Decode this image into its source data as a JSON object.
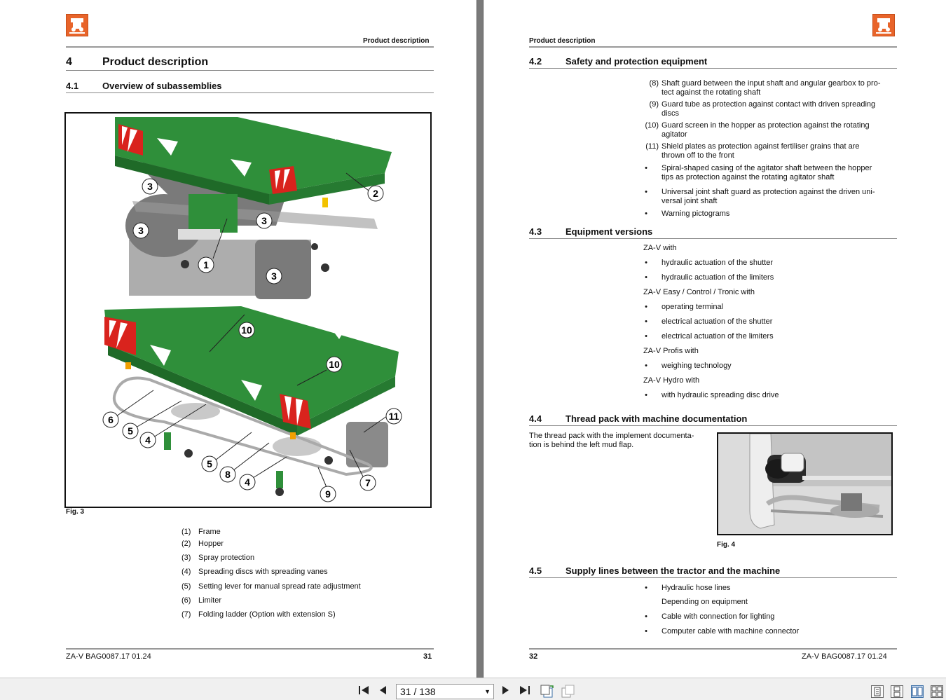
{
  "left_page": {
    "running_head": "Product description",
    "chapter": {
      "number": "4",
      "title": "Product description"
    },
    "section": {
      "number": "4.1",
      "title": "Overview of subassemblies"
    },
    "figure_caption": "Fig. 3",
    "callouts": [
      "3",
      "2",
      "3",
      "3",
      "1",
      "3",
      "10",
      "10",
      "11",
      "6",
      "5",
      "4",
      "5",
      "8",
      "4",
      "9",
      "7"
    ],
    "legend": [
      {
        "num": "(1)",
        "text": "Frame"
      },
      {
        "num": "(2)",
        "text": "Hopper"
      },
      {
        "num": "(3)",
        "text": "Spray protection"
      },
      {
        "num": "(4)",
        "text": "Spreading discs with spreading vanes"
      },
      {
        "num": "(5)",
        "text": "Setting lever for manual spread rate adjustment"
      },
      {
        "num": "(6)",
        "text": "Limiter"
      },
      {
        "num": "(7)",
        "text": "Folding ladder (Option with extension S)"
      }
    ],
    "footer": {
      "doc": "ZA-V  BAG0087.17  01.24",
      "page": "31"
    }
  },
  "right_page": {
    "running_head": "Product description",
    "s42": {
      "number": "4.2",
      "title": "Safety and protection equipment",
      "items": [
        {
          "marker": "(8)",
          "lines": [
            "Shaft guard between the input shaft and angular gearbox to pro-",
            "tect against the rotating shaft"
          ]
        },
        {
          "marker": "(9)",
          "lines": [
            "Guard tube as protection against contact with driven spreading",
            "discs"
          ]
        },
        {
          "marker": "(10)",
          "lines": [
            "Guard screen in the hopper as protection against the rotating",
            "agitator"
          ]
        },
        {
          "marker": "(11)",
          "lines": [
            "Shield plates as protection against fertiliser grains that are",
            "thrown off to the front"
          ]
        },
        {
          "marker": "•",
          "lines": [
            "Spiral-shaped casing of the agitator shaft between the hopper",
            "tips as protection against the rotating agitator shaft"
          ]
        },
        {
          "marker": "•",
          "lines": [
            "Universal joint shaft guard as protection against the driven uni-",
            "versal joint shaft"
          ]
        },
        {
          "marker": "•",
          "lines": [
            "Warning pictograms"
          ]
        }
      ]
    },
    "s43": {
      "number": "4.3",
      "title": "Equipment versions",
      "lines": [
        {
          "type": "plain",
          "text": "ZA-V with"
        },
        {
          "type": "bullet",
          "text": "hydraulic actuation of the shutter"
        },
        {
          "type": "bullet",
          "text": "hydraulic actuation of the limiters"
        },
        {
          "type": "plain",
          "text": "ZA-V Easy / Control / Tronic with"
        },
        {
          "type": "bullet",
          "text": "operating terminal"
        },
        {
          "type": "bullet",
          "text": "electrical actuation of the shutter"
        },
        {
          "type": "bullet",
          "text": "electrical actuation of the limiters"
        },
        {
          "type": "plain",
          "text": "ZA-V Profis with"
        },
        {
          "type": "bullet",
          "text": "weighing technology"
        },
        {
          "type": "plain",
          "text": "ZA-V Hydro with"
        },
        {
          "type": "bullet",
          "text": "with hydraulic spreading disc drive"
        }
      ]
    },
    "s44": {
      "number": "4.4",
      "title": "Thread pack with machine documentation",
      "body": [
        "The thread pack with the implement documenta-",
        "tion is behind the left mud flap."
      ],
      "figure_caption": "Fig. 4"
    },
    "s45": {
      "number": "4.5",
      "title": "Supply lines between the tractor and the machine",
      "lines": [
        {
          "type": "bullet",
          "text": "Hydraulic hose lines"
        },
        {
          "type": "plain",
          "text": "Depending on equipment"
        },
        {
          "type": "bullet",
          "text": "Cable with connection for lighting"
        },
        {
          "type": "bullet",
          "text": "Computer cable with machine connector"
        }
      ]
    },
    "footer": {
      "page": "32",
      "doc": "ZA-V  BAG0087.17  01.24"
    }
  },
  "toolbar": {
    "page_indicator": "31 / 138",
    "icons": [
      "first-page-icon",
      "prev-page-icon",
      "next-page-icon",
      "last-page-icon",
      "rotate-left-icon",
      "rotate-right-icon",
      "single-page-view-icon",
      "continuous-view-icon",
      "two-page-view-icon",
      "two-page-continuous-icon"
    ]
  },
  "colors": {
    "machine_green": "#2f8f3a",
    "logo_orange": "#e8642a",
    "warning_red": "#d9231d"
  }
}
